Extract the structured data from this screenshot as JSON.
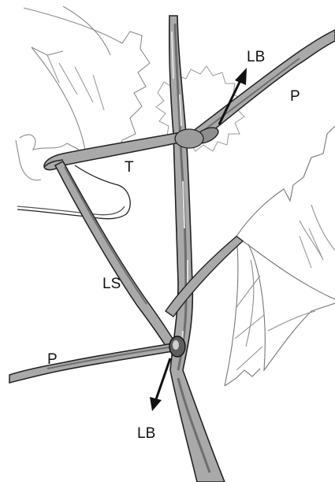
{
  "figure": {
    "labels": {
      "lb_top": "LB",
      "lb_bottom": "LB",
      "petiole_right": "P",
      "petiole_left": "P",
      "tendril": "T",
      "lateral_shoot": "LS"
    },
    "colors": {
      "ink": "#111111",
      "stem_fill": "#a9a9a9",
      "stem_shade": "#6e6e6e",
      "leaf_line": "#777777"
    }
  }
}
